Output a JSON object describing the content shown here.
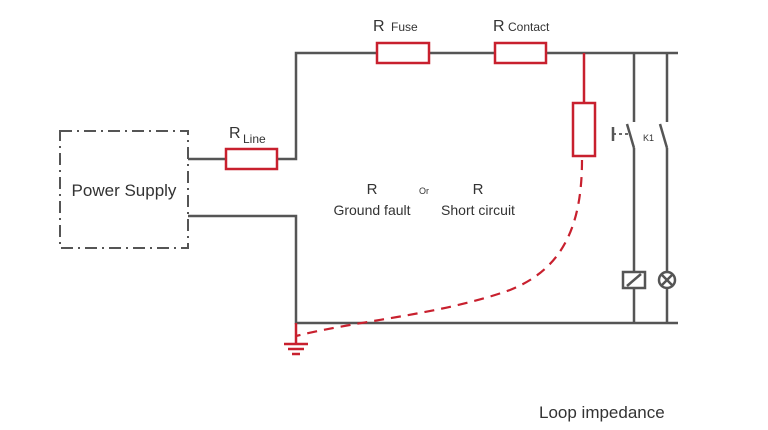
{
  "title": "Loop impedance",
  "power_supply": {
    "label": "Power Supply"
  },
  "resistors": {
    "line": {
      "symbol": "R",
      "subscript": "Line"
    },
    "fuse": {
      "symbol": "R",
      "subscript": "Fuse"
    },
    "contact": {
      "symbol": "R",
      "subscript": "Contact"
    }
  },
  "fault": {
    "ground_symbol": "R",
    "ground_label": "Ground fault",
    "or_label": "Or",
    "short_symbol": "R",
    "short_label": "Short circuit"
  },
  "relay": {
    "label": "K1"
  },
  "colors": {
    "wire": "#555555",
    "highlight": "#c8202e"
  }
}
